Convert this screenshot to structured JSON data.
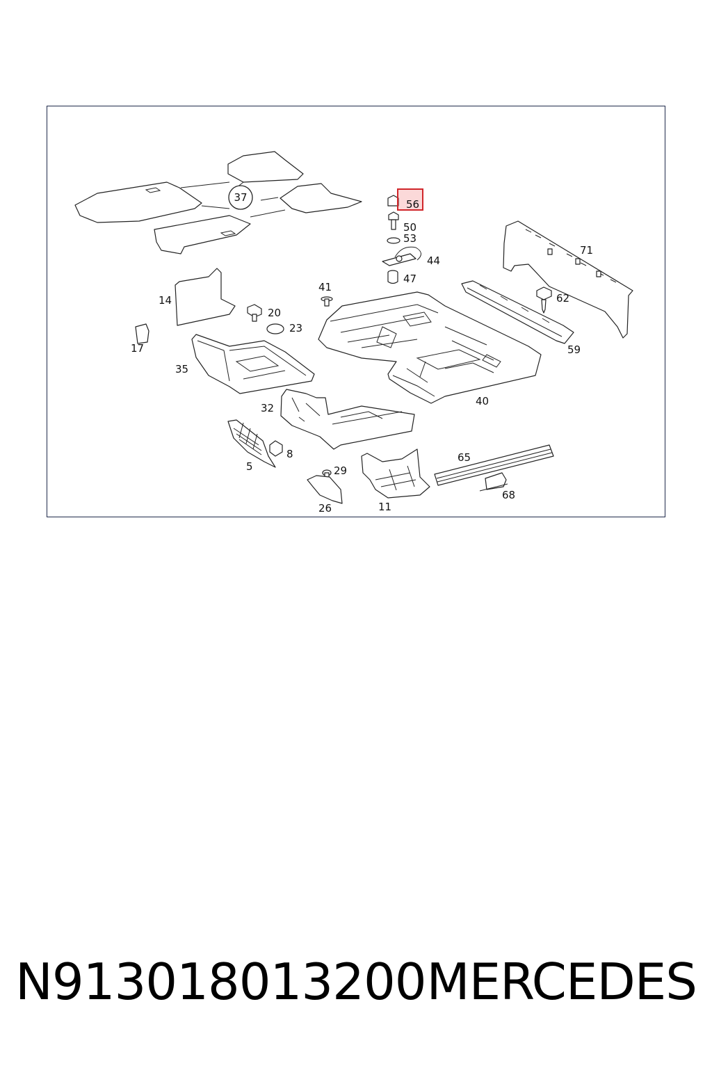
{
  "diagram": {
    "callouts": {
      "c37": "37",
      "c56": "56",
      "c50": "50",
      "c53": "53",
      "c44": "44",
      "c47": "47",
      "c71": "71",
      "c41": "41",
      "c14": "14",
      "c20": "20",
      "c23": "23",
      "c17": "17",
      "c62": "62",
      "c59": "59",
      "c35": "35",
      "c40": "40",
      "c32": "32",
      "c8": "8",
      "c5": "5",
      "c29": "29",
      "c65": "65",
      "c26": "26",
      "c11": "11",
      "c68": "68"
    },
    "highlighted_callout": "56",
    "highlight_color": "#d0262a"
  },
  "footer": {
    "part_number": "N913018013200",
    "brand": "MERCEDES"
  }
}
